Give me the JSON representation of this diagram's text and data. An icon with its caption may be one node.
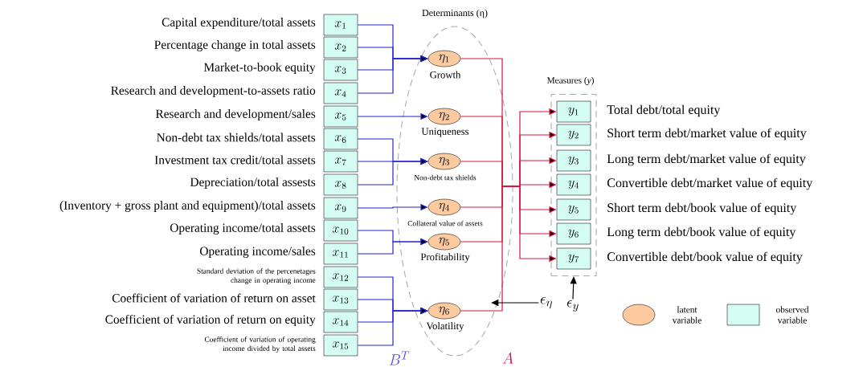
{
  "diagram": {
    "nodes": [
      {
        "text": [
          "Determinants (η)"
        ]
      },
      {
        "text": [
          "x_{1}"
        ],
        "beside": [
          "Capital expenditure/total assets"
        ]
      },
      {
        "text": [
          "x_{2}"
        ],
        "beside": [
          "Percentage change in total assets"
        ]
      },
      {
        "text": [
          "x_{3}"
        ],
        "beside": [
          "Market-to-book equity"
        ]
      },
      {
        "text": [
          "x_{4}"
        ],
        "beside": [
          "Research and development-to-assets ratio"
        ]
      },
      {
        "text": [
          "x_{5}"
        ],
        "beside": [
          "Research and development/sales"
        ]
      },
      {
        "text": [
          "x_{6}"
        ],
        "beside": [
          "Non-debt tax shields/total assets"
        ]
      },
      {
        "text": [
          "x_{7}"
        ],
        "beside": [
          "Investment tax credit/total assets"
        ]
      },
      {
        "text": [
          "x_{8}"
        ],
        "beside": [
          "Depreciation/total assests"
        ]
      },
      {
        "text": [
          "x_{9}"
        ],
        "beside": [
          "(Inventory + gross plant and equipment)/total assets"
        ]
      },
      {
        "text": [
          "x_{10}"
        ],
        "beside": [
          "Operating income/total assets"
        ]
      },
      {
        "text": [
          "x_{11}"
        ],
        "beside": [
          "Operating income/sales"
        ]
      },
      {
        "text": [
          "x_{12}"
        ],
        "beside": [
          "Standard deviation of the percenetages change in operating income"
        ]
      },
      {
        "text": [
          "x_{13}"
        ],
        "beside": [
          "Coefficient of variation of return on asset"
        ]
      },
      {
        "text": [
          "x_{14}"
        ],
        "beside": [
          "Coefficient of variation of return on equity"
        ]
      },
      {
        "text": [
          "x_{15}"
        ],
        "beside": [
          "Coefficient of variation of operating income divided by total assets"
        ]
      },
      {
        "text": [
          "\\eta_{1}"
        ],
        "beside": [
          "Growth"
        ],
        "in": 0
      },
      {
        "text": [
          "\\eta_{2}"
        ],
        "beside": [
          "Uniqueness"
        ],
        "in": 0
      },
      {
        "text": [
          "\\eta_{3}"
        ],
        "beside": [
          "Non-debt tax shields"
        ],
        "in": 0
      },
      {
        "text": [
          "\\eta_{4}"
        ],
        "beside": [
          "Collateral value of assets"
        ],
        "in": 0
      },
      {
        "text": [
          "\\eta_{5}"
        ],
        "beside": [
          "Profitability"
        ],
        "in": 0
      },
      {
        "text": [
          "\\eta_{6}"
        ],
        "beside": [
          "Volatility"
        ],
        "in": 0
      },
      {
        "text": [
          "Measures (*y*)"
        ]
      },
      {
        "text": [
          "y_{1}"
        ],
        "beside": [
          "Total debt/total equity"
        ],
        "in": 22
      },
      {
        "text": [
          "y_{2}"
        ],
        "beside": [
          "Short term debt/market value of equity"
        ],
        "in": 22
      },
      {
        "text": [
          "y_{3}"
        ],
        "beside": [
          "Long term debt/market value of equity"
        ],
        "in": 22
      },
      {
        "text": [
          "y_{4}"
        ],
        "beside": [
          "Convertible debt/market value of equity"
        ],
        "in": 22
      },
      {
        "text": [
          "y_{5}"
        ],
        "beside": [
          "Short term debt/book value of equity"
        ],
        "in": 22
      },
      {
        "text": [
          "y_{6}"
        ],
        "beside": [
          "Long term debt/book value of equity"
        ],
        "in": 22
      },
      {
        "text": [
          "y_{7}"
        ],
        "beside": [
          "Convertible debt/book value of equity"
        ],
        "in": 22
      },
      {
        "text": [
          "\\epsilon_{\\eta}"
        ]
      },
      {
        "text": [
          "\\epsilon_{y}"
        ]
      }
    ],
    "edges": [
      {
        "from": 1,
        "to": 16,
        "arrow": "to",
        "color": "#2323d6"
      },
      {
        "from": 2,
        "to": 16,
        "arrow": "to",
        "color": "#2323d6"
      },
      {
        "from": 3,
        "to": 16,
        "arrow": "to",
        "color": "#2323d6"
      },
      {
        "from": 4,
        "to": 16,
        "arrow": "to",
        "color": "#2323d6"
      },
      {
        "from": 5,
        "to": 17,
        "arrow": "to",
        "color": "#2323d6"
      },
      {
        "from": 6,
        "to": 18,
        "arrow": "to",
        "color": "#2323d6"
      },
      {
        "from": 7,
        "to": 18,
        "arrow": "to",
        "color": "#2323d6"
      },
      {
        "from": 8,
        "to": 18,
        "arrow": "to",
        "color": "#2323d6"
      },
      {
        "from": 9,
        "to": 19,
        "arrow": "to",
        "color": "#2323d6"
      },
      {
        "from": 10,
        "to": 20,
        "arrow": "to",
        "color": "#2323d6"
      },
      {
        "from": 11,
        "to": 20,
        "arrow": "to",
        "color": "#2323d6"
      },
      {
        "from": 12,
        "to": 21,
        "arrow": "to",
        "color": "#2323d6"
      },
      {
        "from": 13,
        "to": 21,
        "arrow": "to",
        "color": "#2323d6"
      },
      {
        "from": 14,
        "to": 21,
        "arrow": "to",
        "color": "#2323d6"
      },
      {
        "from": 15,
        "to": 21,
        "arrow": "to",
        "color": "#2323d6"
      },
      {
        "from": 16,
        "to": 23,
        "arrow": "to",
        "color": "#dc143c"
      },
      {
        "from": 16,
        "to": 24,
        "arrow": "to",
        "color": "#dc143c"
      },
      {
        "from": 16,
        "to": 25,
        "arrow": "to",
        "color": "#dc143c"
      },
      {
        "from": 16,
        "to": 26,
        "arrow": "to",
        "color": "#dc143c"
      },
      {
        "from": 16,
        "to": 27,
        "arrow": "to",
        "color": "#dc143c"
      },
      {
        "from": 16,
        "to": 28,
        "arrow": "to",
        "color": "#dc143c"
      },
      {
        "from": 16,
        "to": 29,
        "arrow": "to",
        "color": "#dc143c"
      },
      {
        "from": 17,
        "to": 23,
        "arrow": "to",
        "color": "#dc143c"
      },
      {
        "from": 17,
        "to": 24,
        "arrow": "to",
        "color": "#dc143c"
      },
      {
        "from": 17,
        "to": 25,
        "arrow": "to",
        "color": "#dc143c"
      },
      {
        "from": 17,
        "to": 26,
        "arrow": "to",
        "color": "#dc143c"
      },
      {
        "from": 17,
        "to": 27,
        "arrow": "to",
        "color": "#dc143c"
      },
      {
        "from": 17,
        "to": 28,
        "arrow": "to",
        "color": "#dc143c"
      },
      {
        "from": 17,
        "to": 29,
        "arrow": "to",
        "color": "#dc143c"
      },
      {
        "from": 18,
        "to": 23,
        "arrow": "to",
        "color": "#dc143c"
      },
      {
        "from": 18,
        "to": 24,
        "arrow": "to",
        "color": "#dc143c"
      },
      {
        "from": 18,
        "to": 25,
        "arrow": "to",
        "color": "#dc143c"
      },
      {
        "from": 18,
        "to": 26,
        "arrow": "to",
        "color": "#dc143c"
      },
      {
        "from": 18,
        "to": 27,
        "arrow": "to",
        "color": "#dc143c"
      },
      {
        "from": 18,
        "to": 28,
        "arrow": "to",
        "color": "#dc143c"
      },
      {
        "from": 18,
        "to": 29,
        "arrow": "to",
        "color": "#dc143c"
      },
      {
        "from": 19,
        "to": 23,
        "arrow": "to",
        "color": "#dc143c"
      },
      {
        "from": 19,
        "to": 24,
        "arrow": "to",
        "color": "#dc143c"
      },
      {
        "from": 19,
        "to": 25,
        "arrow": "to",
        "color": "#dc143c"
      },
      {
        "from": 19,
        "to": 26,
        "arrow": "to",
        "color": "#dc143c"
      },
      {
        "from": 19,
        "to": 27,
        "arrow": "to",
        "color": "#dc143c"
      },
      {
        "from": 19,
        "to": 28,
        "arrow": "to",
        "color": "#dc143c"
      },
      {
        "from": 19,
        "to": 29,
        "arrow": "to",
        "color": "#dc143c"
      },
      {
        "from": 20,
        "to": 23,
        "arrow": "to",
        "color": "#dc143c"
      },
      {
        "from": 20,
        "to": 24,
        "arrow": "to",
        "color": "#dc143c"
      },
      {
        "from": 20,
        "to": 25,
        "arrow": "to",
        "color": "#dc143c"
      },
      {
        "from": 20,
        "to": 26,
        "arrow": "to",
        "color": "#dc143c"
      },
      {
        "from": 20,
        "to": 27,
        "arrow": "to",
        "color": "#dc143c"
      },
      {
        "from": 20,
        "to": 28,
        "arrow": "to",
        "color": "#dc143c"
      },
      {
        "from": 20,
        "to": 29,
        "arrow": "to",
        "color": "#dc143c"
      },
      {
        "from": 21,
        "to": 23,
        "arrow": "to",
        "color": "#dc143c"
      },
      {
        "from": 21,
        "to": 24,
        "arrow": "to",
        "color": "#dc143c"
      },
      {
        "from": 21,
        "to": 25,
        "arrow": "to",
        "color": "#dc143c"
      },
      {
        "from": 21,
        "to": 26,
        "arrow": "to",
        "color": "#dc143c"
      },
      {
        "from": 21,
        "to": 27,
        "arrow": "to",
        "color": "#dc143c"
      },
      {
        "from": 21,
        "to": 28,
        "arrow": "to",
        "color": "#dc143c"
      },
      {
        "from": 21,
        "to": 29,
        "arrow": "to",
        "color": "#dc143c"
      },
      {
        "from": 30,
        "to": 0,
        "arrow": "to",
        "color": "#000000"
      },
      {
        "from": 31,
        "to": 22,
        "arrow": "to",
        "color": "#000000"
      }
    ],
    "labels": [
      "B^{T}",
      "A"
    ],
    "legend": [
      {
        "text": "latent variable",
        "color": "#fdcaa0"
      },
      {
        "text": "observed variable",
        "color": "#d4fcf2"
      }
    ]
  }
}
